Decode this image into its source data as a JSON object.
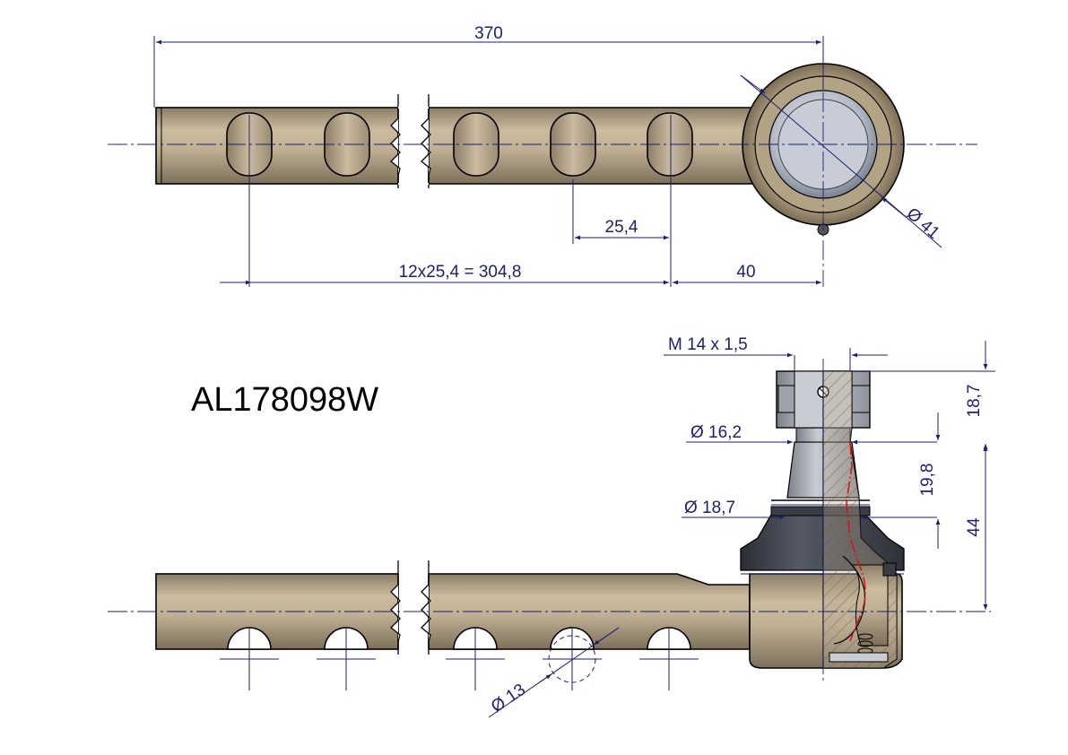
{
  "part_number": "AL178098W",
  "top_view": {
    "overall_length": "370",
    "pitch": "25,4",
    "pitch_total": "12x25,4 = 304,8",
    "end_offset": "40",
    "eye_diameter": "Ø 41"
  },
  "side_view": {
    "thread": "M 14 x 1,5",
    "dia_taper_top": "Ø 16,2",
    "dia_taper_bottom": "Ø 18,7",
    "hole_diameter": "Ø 13",
    "height_thread": "18,7",
    "height_taper": "19,8",
    "height_body": "44"
  },
  "colors": {
    "rod": "#b9aa8e",
    "rod_dark": "#8a7c63",
    "boot": "#3a3d46",
    "dimension": "#1a1f6e",
    "section_red": "#d01818"
  }
}
